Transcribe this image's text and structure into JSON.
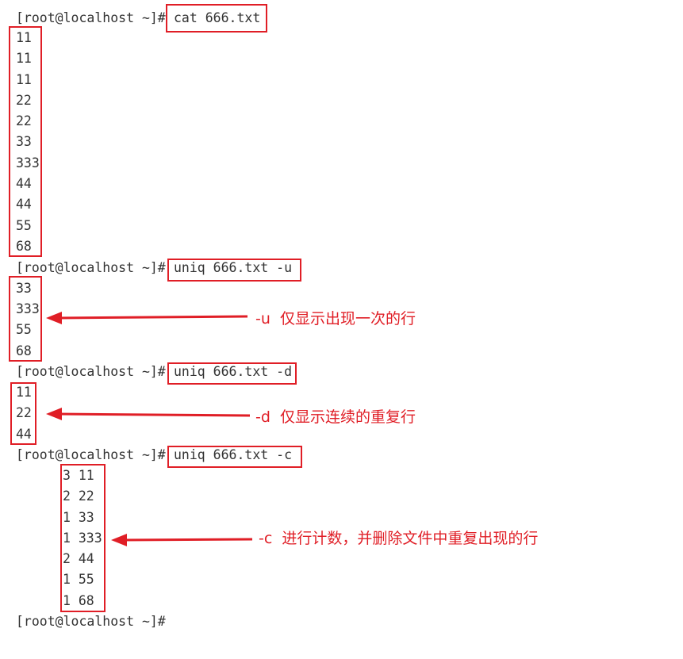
{
  "prompt": "[root@localhost ~]#",
  "commands": {
    "cat": "cat 666.txt",
    "uniq_u": "uniq 666.txt -u",
    "uniq_d": "uniq 666.txt -d",
    "uniq_c": "uniq 666.txt -c"
  },
  "outputs": {
    "cat": [
      "11",
      "11",
      "11",
      "22",
      "22",
      "33",
      "333",
      "44",
      "44",
      "55",
      "68"
    ],
    "uniq_u": [
      "33",
      "333",
      "55",
      "68"
    ],
    "uniq_d": [
      "11",
      "22",
      "44"
    ],
    "uniq_c": [
      "3 11",
      "2 22",
      "1 33",
      "1 333",
      "2 44",
      "1 55",
      "1 68"
    ]
  },
  "annotations": {
    "u": "-u  仅显示出现一次的行",
    "d": "-d  仅显示连续的重复行",
    "c": "-c  进行计数，并删除文件中重复出现的行"
  },
  "colors": {
    "annotation": "#e01e26",
    "text": "#333333"
  }
}
